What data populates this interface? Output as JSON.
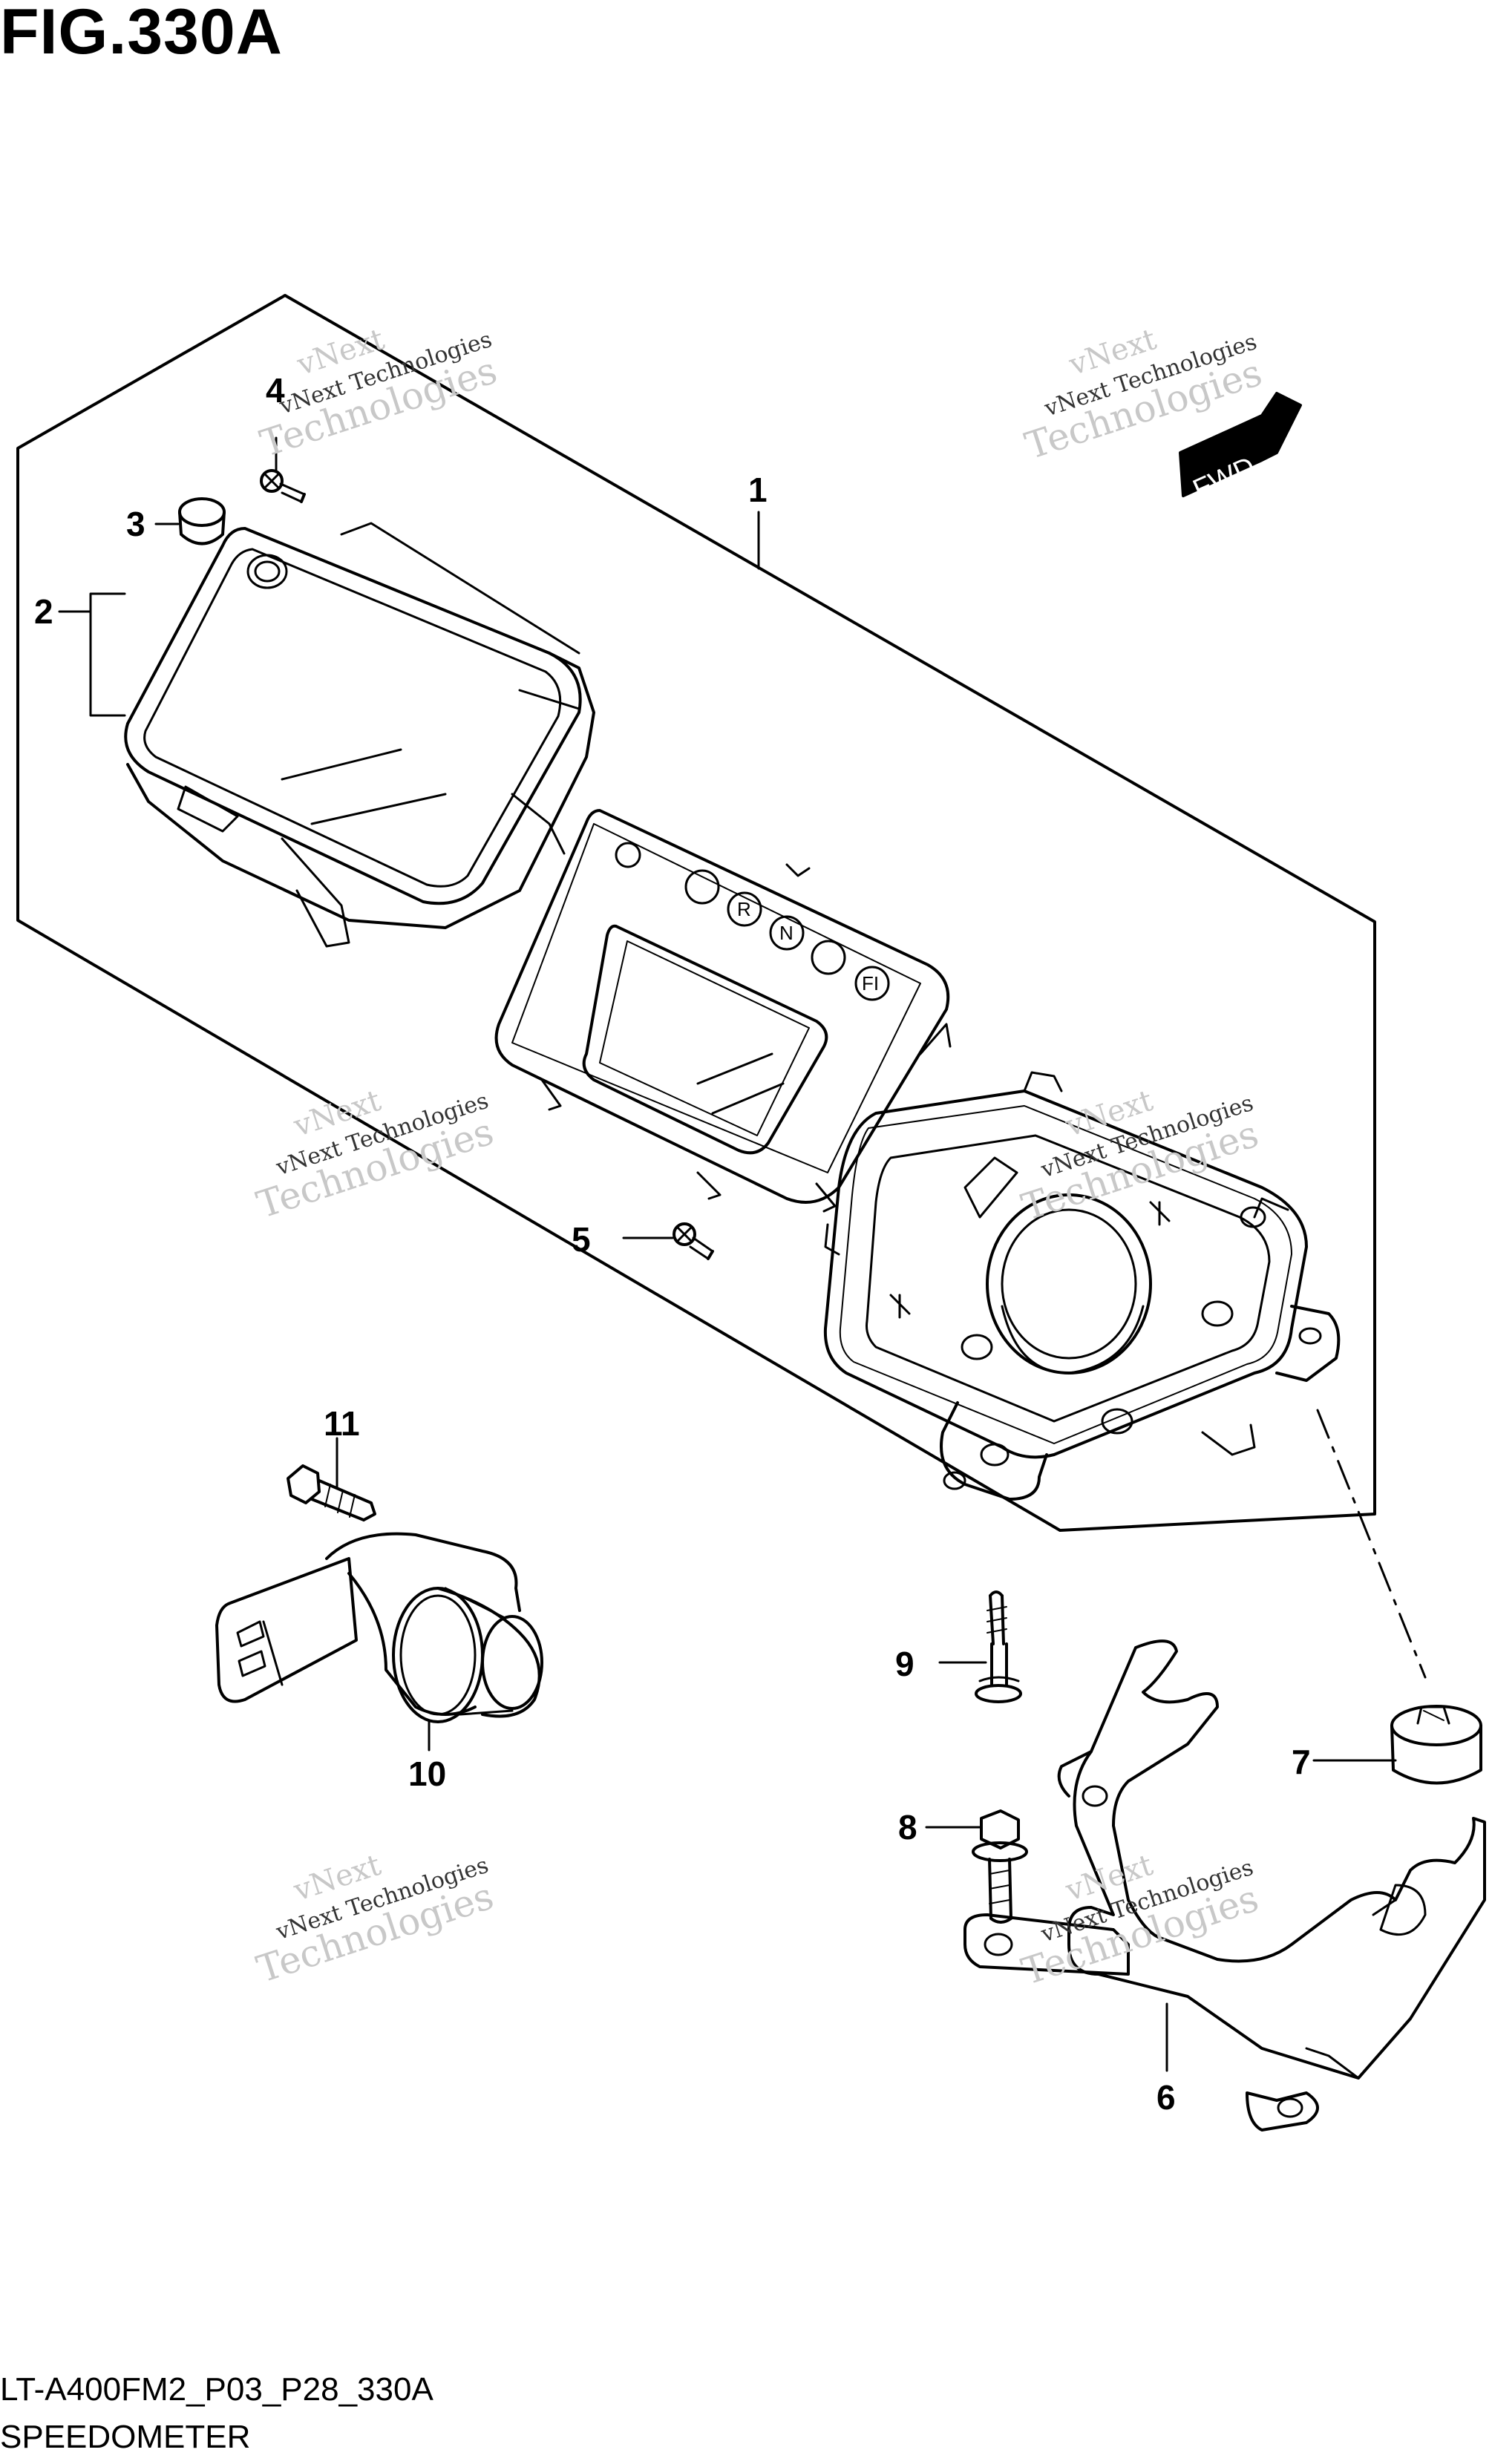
{
  "figure": {
    "title": "FIG.330A",
    "code": "LT-A400FM2_P03_P28_330A",
    "caption": "SPEEDOMETER"
  },
  "direction_arrow": {
    "label": "FWD"
  },
  "indicators": [
    "R",
    "N",
    "FI"
  ],
  "watermarks": [
    {
      "line1": "vNext",
      "line2": "vNext Technologies",
      "line3": "Technologies"
    },
    {
      "line1": "vNext",
      "line2": "vNext Technologies",
      "line3": "Technologies"
    },
    {
      "line1": "vNext",
      "line2": "vNext Technologies",
      "line3": "Technologies"
    },
    {
      "line1": "vNext",
      "line2": "vNext Technologies",
      "line3": "Technologies"
    },
    {
      "line1": "vNext",
      "line2": "vNext Technologies",
      "line3": "Technologies"
    },
    {
      "line1": "vNext",
      "line2": "vNext Technologies",
      "line3": "Technologies"
    }
  ],
  "callouts": [
    "1",
    "2",
    "3",
    "4",
    "5",
    "6",
    "7",
    "8",
    "9",
    "10",
    "11"
  ]
}
